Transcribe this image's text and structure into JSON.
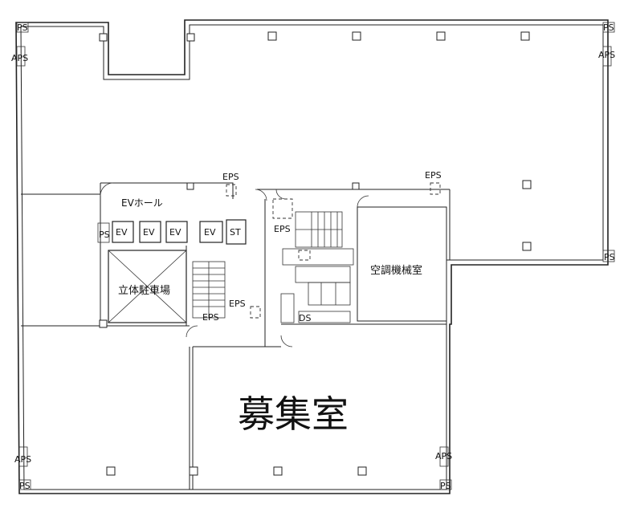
{
  "labels": {
    "ev_hall": "EVホール",
    "parking": "立体駐車場",
    "ac_room": "空調機械室",
    "vacancy": "募集室",
    "st": "ST",
    "ev": "EV",
    "eps": "EPS",
    "aps": "APS",
    "ps": "PS",
    "ds": "DS"
  }
}
